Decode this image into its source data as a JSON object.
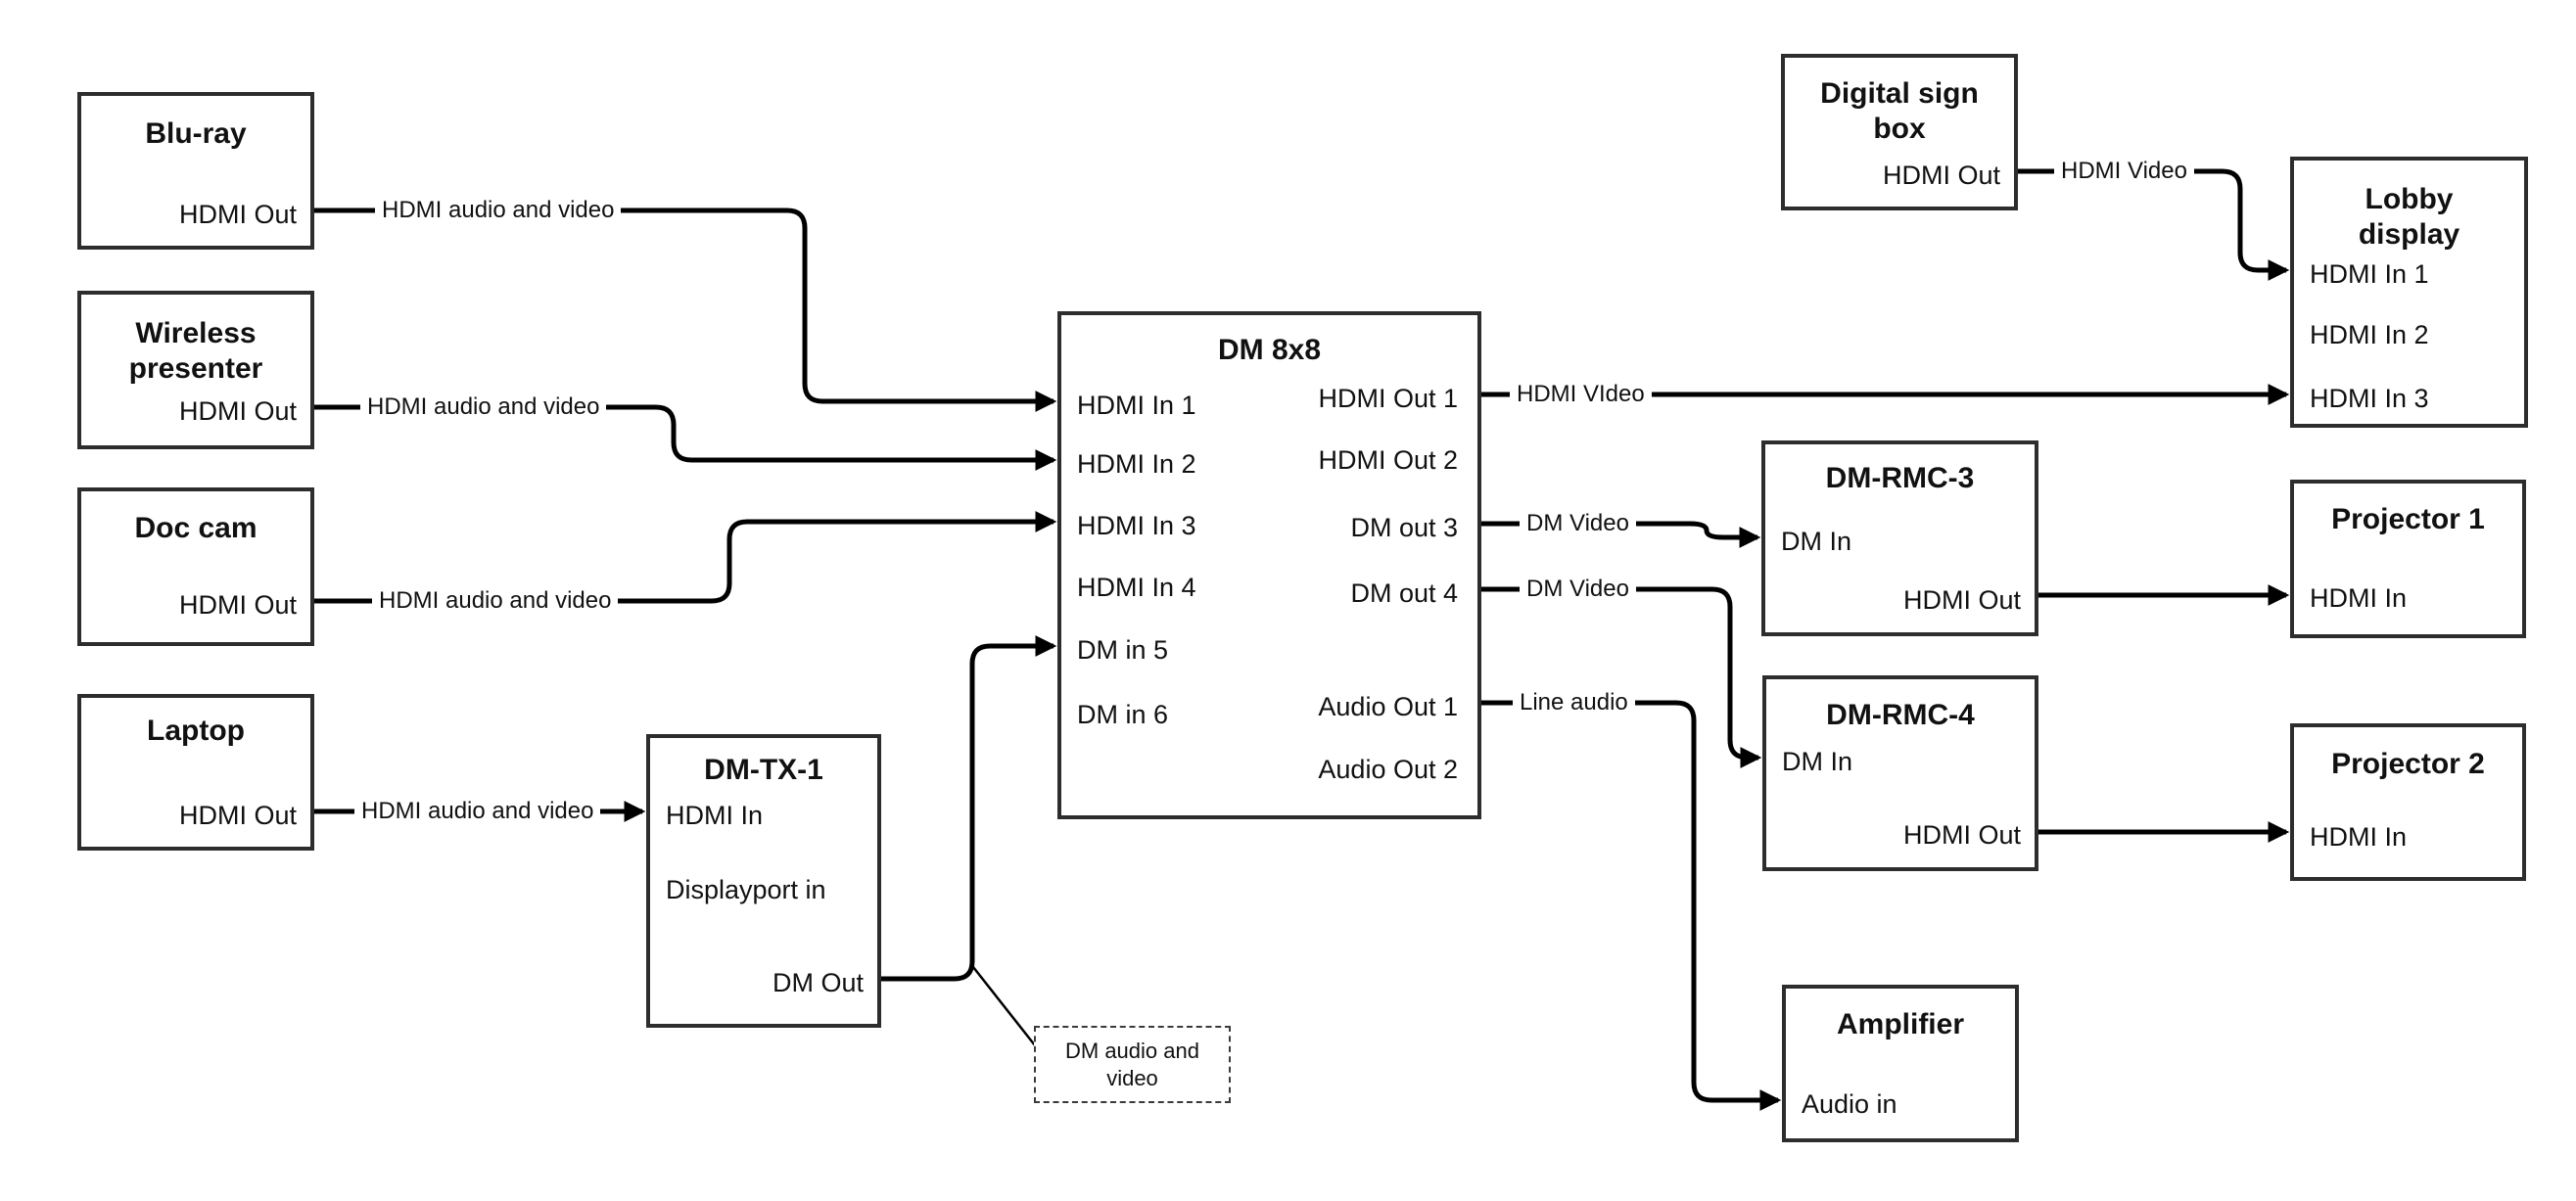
{
  "diagram": {
    "colors": {
      "background": "#ffffff",
      "wire": "#000000",
      "box_border": "#2d2d2d",
      "text": "#111111"
    },
    "boxes": {
      "blu_ray": {
        "title": "Blu-ray",
        "ports": {
          "hdmi_out": "HDMI Out"
        }
      },
      "wireless_presenter": {
        "title": "Wireless presenter",
        "ports": {
          "hdmi_out": "HDMI Out"
        }
      },
      "doc_cam": {
        "title": "Doc cam",
        "ports": {
          "hdmi_out": "HDMI Out"
        }
      },
      "laptop": {
        "title": "Laptop",
        "ports": {
          "hdmi_out": "HDMI Out"
        }
      },
      "dm_tx_1": {
        "title": "DM-TX-1",
        "ports": {
          "hdmi_in": "HDMI In",
          "displayport_in": "Displayport in",
          "dm_out": "DM Out"
        }
      },
      "dm_8x8": {
        "title": "DM 8x8",
        "ports": {
          "hdmi_in_1": "HDMI In 1",
          "hdmi_in_2": "HDMI In 2",
          "hdmi_in_3": "HDMI In 3",
          "hdmi_in_4": "HDMI In 4",
          "dm_in_5": "DM in 5",
          "dm_in_6": "DM in 6",
          "hdmi_out_1": "HDMI Out 1",
          "hdmi_out_2": "HDMI Out 2",
          "dm_out_3": "DM out 3",
          "dm_out_4": "DM out 4",
          "audio_out_1": "Audio Out 1",
          "audio_out_2": "Audio Out 2"
        }
      },
      "digital_sign_box": {
        "title": "Digital sign box",
        "ports": {
          "hdmi_out": "HDMI Out"
        }
      },
      "lobby_display": {
        "title": "Lobby display",
        "ports": {
          "hdmi_in_1": "HDMI In 1",
          "hdmi_in_2": "HDMI In 2",
          "hdmi_in_3": "HDMI In 3"
        }
      },
      "dm_rmc_3": {
        "title": "DM-RMC-3",
        "ports": {
          "dm_in": "DM In",
          "hdmi_out": "HDMI Out"
        }
      },
      "projector_1": {
        "title": "Projector 1",
        "ports": {
          "hdmi_in": "HDMI In"
        }
      },
      "dm_rmc_4": {
        "title": "DM-RMC-4",
        "ports": {
          "dm_in": "DM In",
          "hdmi_out": "HDMI Out"
        }
      },
      "projector_2": {
        "title": "Projector 2",
        "ports": {
          "hdmi_in": "HDMI In"
        }
      },
      "amplifier": {
        "title": "Amplifier",
        "ports": {
          "audio_in": "Audio in"
        }
      }
    },
    "wires": {
      "blu_ray_to_dm8x8": {
        "label": "HDMI audio and video"
      },
      "wireless_to_dm8x8": {
        "label": "HDMI audio and video"
      },
      "doc_cam_to_dm8x8": {
        "label": "HDMI audio and video"
      },
      "laptop_to_dmtx1": {
        "label": "HDMI audio and video"
      },
      "hdmi_out1_to_lobby": {
        "label": "HDMI VIdeo"
      },
      "digital_sign_to_lobby": {
        "label": "HDMI Video"
      },
      "dm_out3_to_rmc3": {
        "label": "DM Video"
      },
      "dm_out4_to_rmc4": {
        "label": "DM Video"
      },
      "audio_out1_to_amplifier": {
        "label": "Line audio"
      },
      "callout": {
        "label": "DM audio and video"
      }
    }
  }
}
